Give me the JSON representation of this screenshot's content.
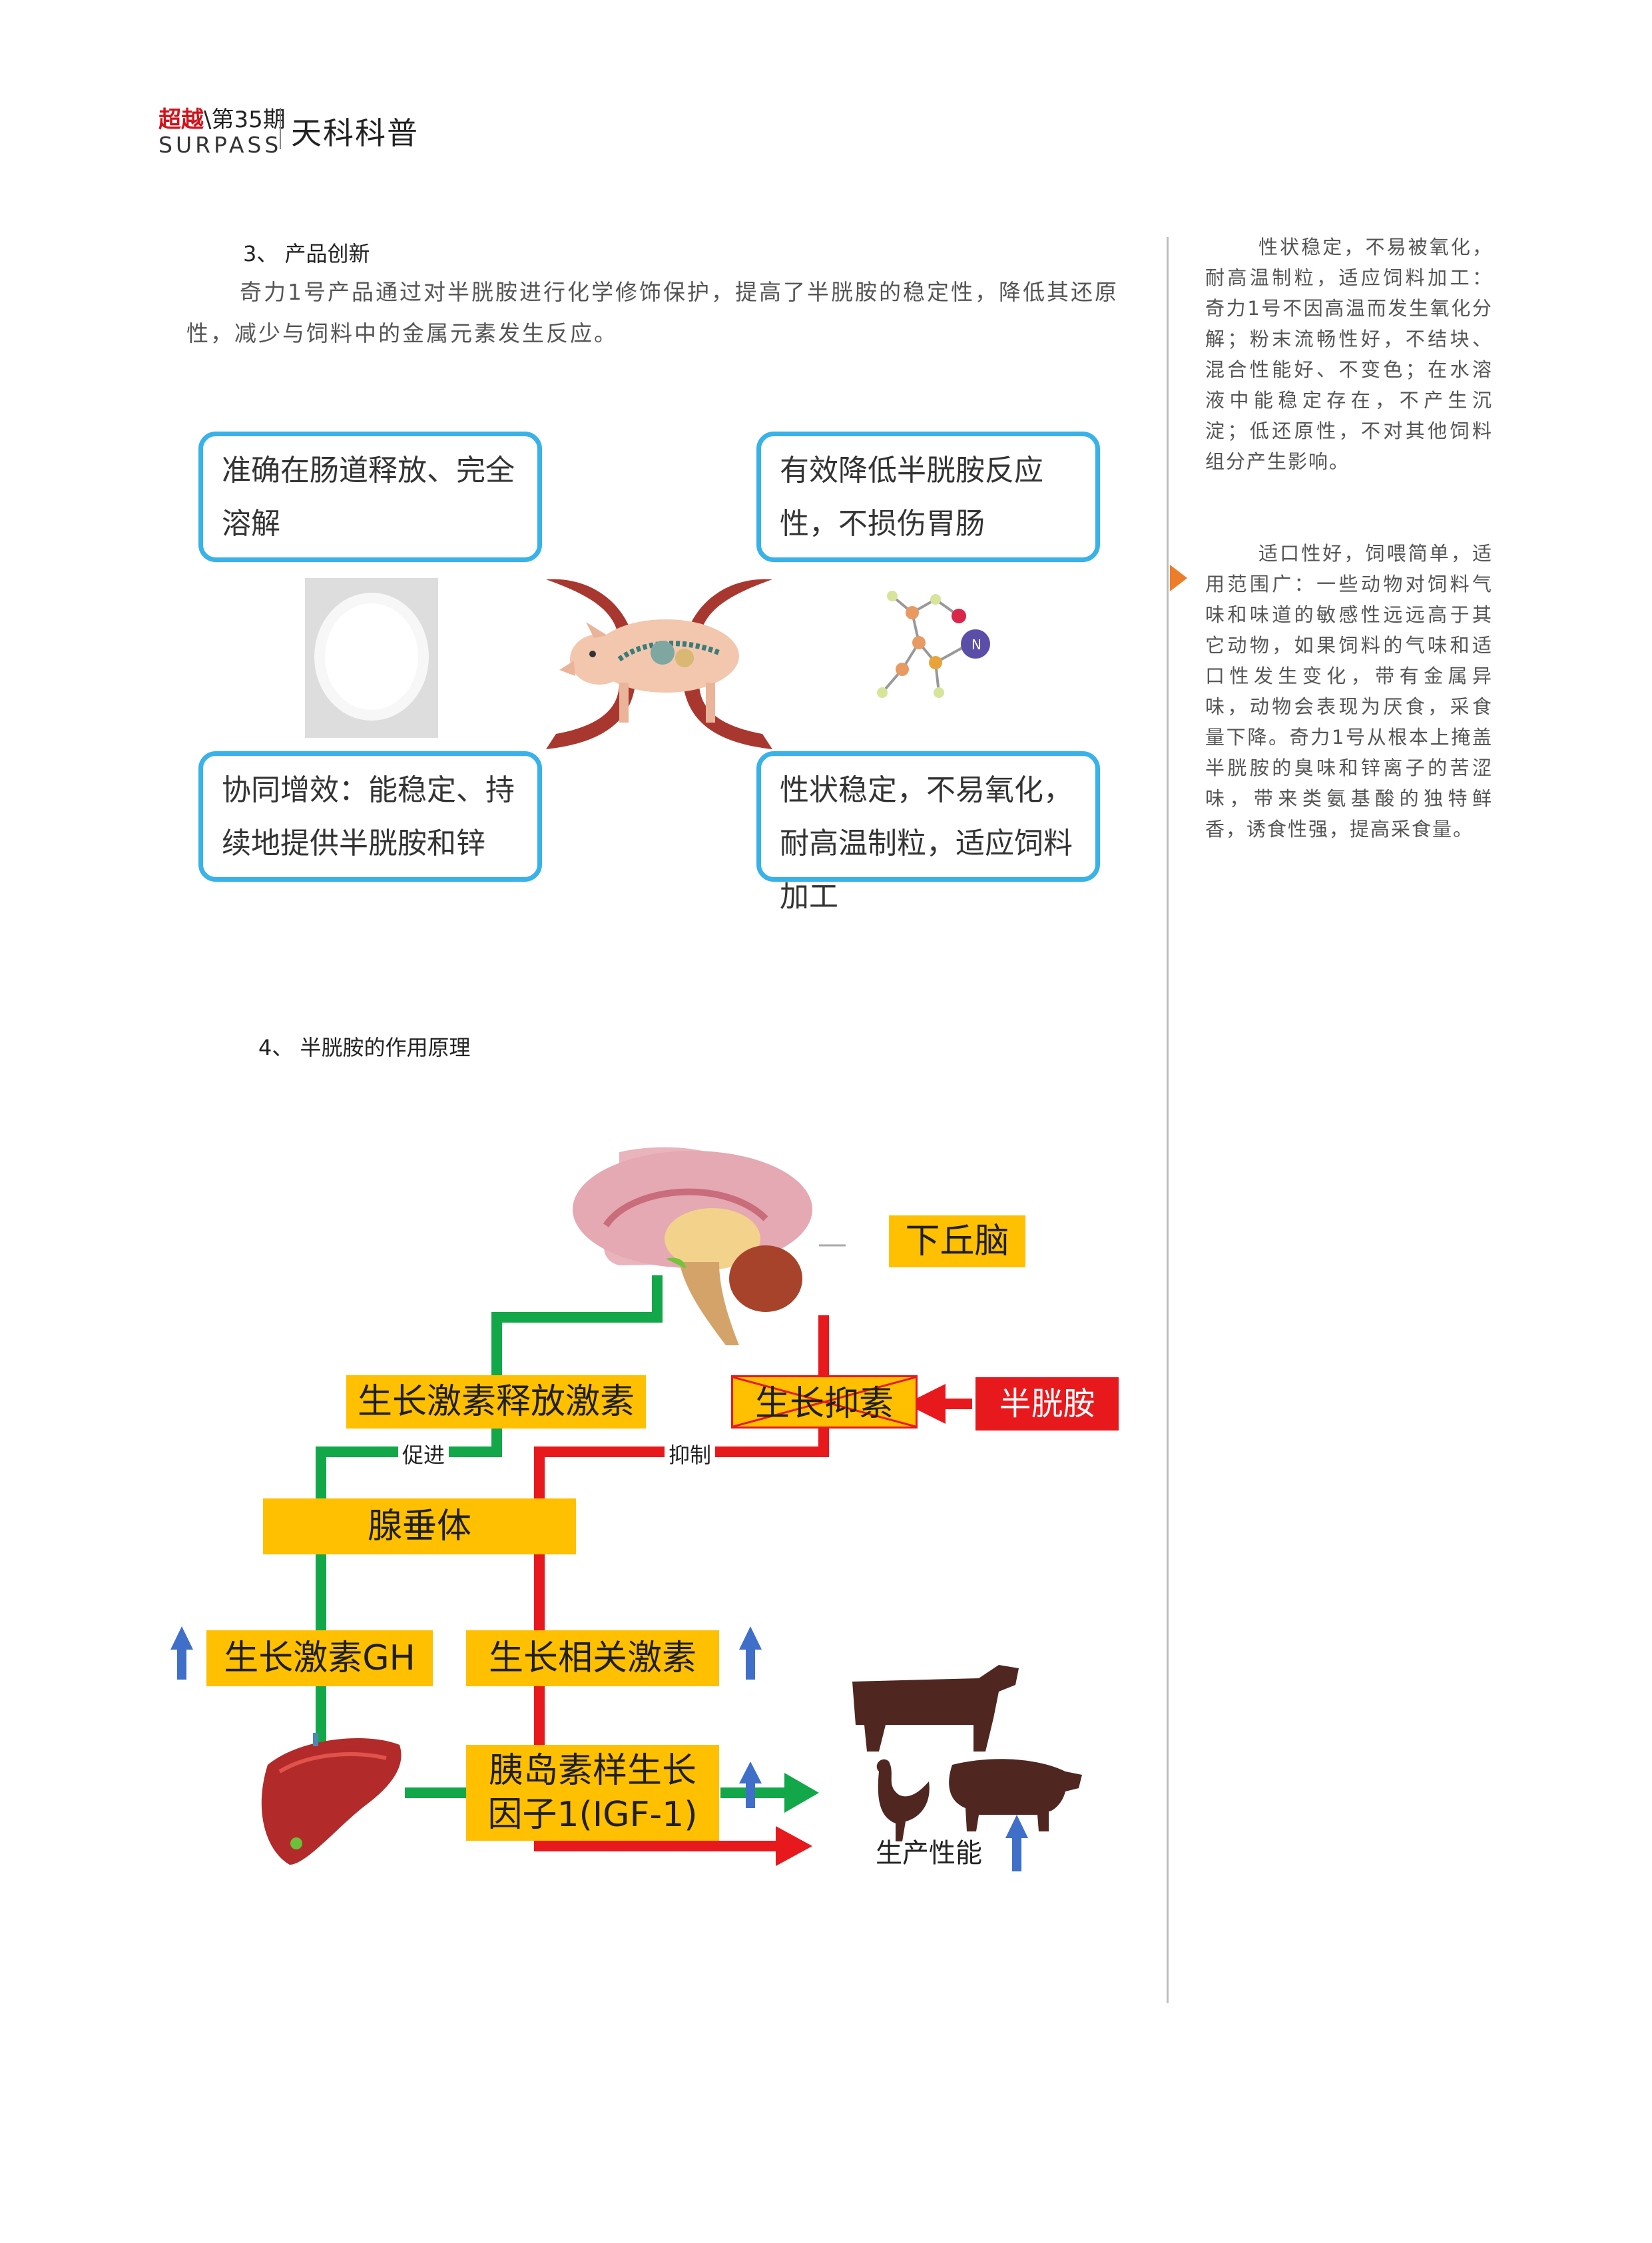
{
  "header": {
    "brand_chinese": "超越",
    "issue": "\\第35期",
    "brand_latin": "SURPASS",
    "column_title": "天科科普"
  },
  "section3": {
    "heading": "3、 产品创新",
    "paragraph": "奇力1号产品通过对半胱胺进行化学修饰保护，提高了半胱胺的稳定性，降低其还原性，减少与饲料中的金属元素发生反应。"
  },
  "figure1": {
    "boxes": [
      "准确在肠道释放、完全溶解",
      "有效降低半胱胺反应性，不损伤胃肠",
      "协同增效：能稳定、持续地提供半胱胺和锌",
      "性状稳定，不易氧化，耐高温制粒，适应饲料加工"
    ],
    "molecule_atom": "N"
  },
  "section4": {
    "heading": "4、 半胱胺的作用原理"
  },
  "figure2": {
    "hypothalamus": "下丘脑",
    "ghrh": "生长激素释放激素",
    "somatostatin": "生长抑素",
    "cysteamine": "半胱胺",
    "promote": "促进",
    "inhibit": "抑制",
    "pituitary": "腺垂体",
    "gh": "生长激素GH",
    "related_hormone": "生长相关激素",
    "igf_line1": "胰岛素样生长",
    "igf_line2": "因子1(IGF-1)",
    "performance": "生产性能",
    "colors": {
      "promote": "#12a84a",
      "inhibit": "#e8191d",
      "up_arrow": "#3f6fc8",
      "box": "#fec000"
    }
  },
  "sidebar": {
    "p1": "性状稳定，不易被氧化，耐高温制粒，适应饲料加工：奇力1号不因高温而发生氧化分解；粉末流畅性好，不结块、混合性能好、不变色；在水溶液中能稳定存在，不产生沉淀；低还原性，不对其他饲料组分产生影响。",
    "p2": "适口性好，饲喂简单，适用范围广：一些动物对饲料气味和味道的敏感性远远高于其它动物，如果饲料的气味和适口性发生变化，带有金属异味，动物会表现为厌食，采食量下降。奇力1号从根本上掩盖半胱胺的臭味和锌离子的苦涩味，带来类氨基酸的独特鲜香，诱食性强，提高采食量。"
  }
}
